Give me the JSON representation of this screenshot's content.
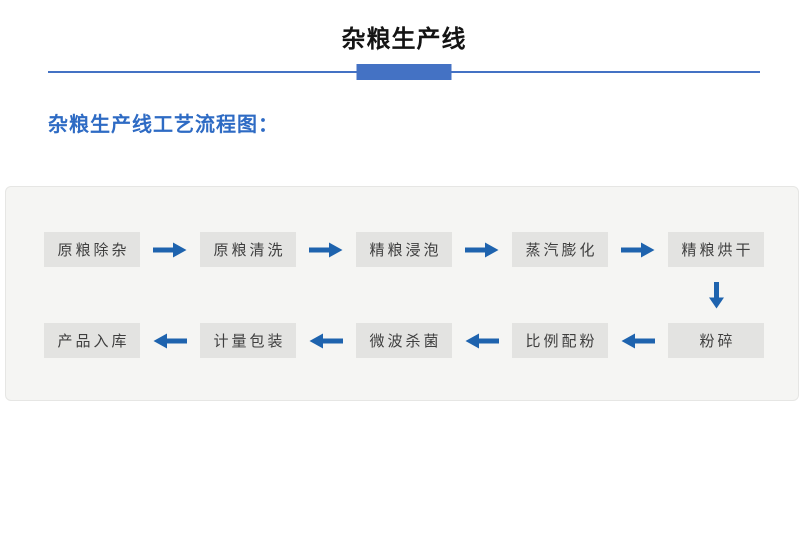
{
  "slide": {
    "title": "杂粮生产线",
    "section_heading": "杂粮生产线工艺流程图："
  },
  "colors": {
    "accent": "#4472C4",
    "heading": "#2E6BC4",
    "arrow": "#1E63AE",
    "panel_bg": "#F5F5F3",
    "panel_border": "#E6E6E4",
    "box_bg": "#E3E3E1",
    "box_text": "#3F3F3F"
  },
  "flowchart": {
    "row1": [
      "原粮除杂",
      "原粮清洗",
      "精粮浸泡",
      "蒸汽膨化",
      "精粮烘干"
    ],
    "row1_arrow_direction": "right",
    "connector_direction": "down",
    "row2": [
      "产品入库",
      "计量包装",
      "微波杀菌",
      "比例配粉",
      "粉碎"
    ],
    "row2_arrow_direction": "left"
  }
}
